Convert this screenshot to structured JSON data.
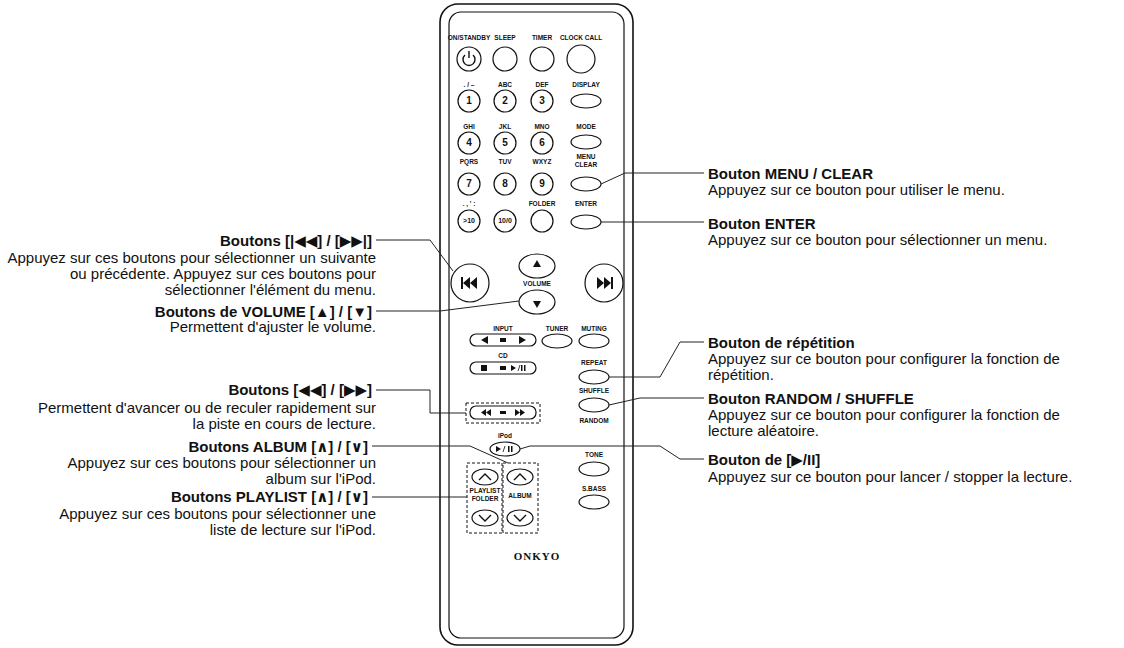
{
  "diagram": {
    "labels": [
      "Boutons [|◀◀] / [▶▶|]",
      "Appuyez sur ces boutons pour sélectionner un suivante ou précédente. Appuyez sur ces boutons pour sélectionner l'élément du menu.",
      "Boutons de VOLUME [▲] / [▼]",
      "Permettent d'ajuster le volume.",
      "Boutons [◀◀] / [▶▶]",
      "Permettent d'avancer ou de reculer rapidement sur la piste en cours de lecture.",
      "Boutons ALBUM [∧] / [∨]",
      "Appuyez sur ces boutons pour sélectionner un album sur l'iPod.",
      "Boutons PLAYLIST [∧] / [∨]",
      "Appuyez sur ces boutons pour sélectionner une liste de lecture sur l'iPod.",
      "Bouton MENU / CLEAR",
      "Appuyez sur ce bouton pour utiliser le menu.",
      "Bouton ENTER",
      "Appuyez sur ce bouton pour sélectionner un menu.",
      "Bouton de répétition",
      "Appuyez sur ce bouton pour configurer la fonction de répétition.",
      "Bouton RANDOM / SHUFFLE",
      "Appuyez sur ce bouton pour configurer la fonction de lecture aléatoire.",
      "Bouton de [▶/II]",
      "Appuyez sur ce bouton pour lancer / stopper la lecture.",
      "ON/STANDBY",
      "SLEEP",
      "TIMER",
      "CLOCK CALL",
      ". / –",
      "ABC",
      "DEF",
      "DISPLAY",
      "1",
      "2",
      "3",
      "GHI",
      "JKL",
      "MNO",
      "MODE",
      "4",
      "5",
      "6",
      "PQRS",
      "TUV",
      "WXYZ",
      "MENU",
      "CLEAR",
      "7",
      "8",
      "9",
      ". , ' :",
      "FOLDER",
      "ENTER",
      ">10",
      "10/0",
      "VOLUME",
      "INPUT",
      "TUNER",
      "MUTING",
      "CD",
      "REPEAT",
      "SHUFFLE",
      "RANDOM",
      "iPod",
      "TONE",
      "S.BASS",
      "PLAYLIST",
      "FOLDER",
      "ALBUM",
      "ONKYO"
    ]
  }
}
